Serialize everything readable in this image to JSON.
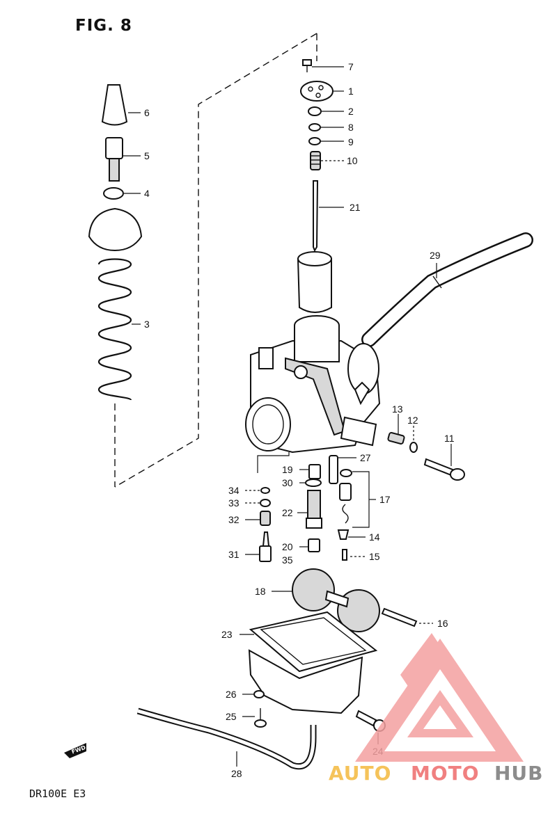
{
  "figure": {
    "title": "FIG. 8",
    "model": "DR100E  E3"
  },
  "direction_tag": "FWD",
  "watermark": {
    "text_a": "AUTO",
    "text_b": "MOTO",
    "text_c": "HUB",
    "color_red": "#f08080",
    "color_orange": "#f5c35a",
    "color_gray": "#8c8c8c"
  },
  "part_labels": [
    {
      "id": "7",
      "text": "7"
    },
    {
      "id": "1",
      "text": "1"
    },
    {
      "id": "2",
      "text": "2"
    },
    {
      "id": "8",
      "text": "8"
    },
    {
      "id": "9",
      "text": "9"
    },
    {
      "id": "10",
      "text": "10"
    },
    {
      "id": "21",
      "text": "21"
    },
    {
      "id": "6",
      "text": "6"
    },
    {
      "id": "5",
      "text": "5"
    },
    {
      "id": "4",
      "text": "4"
    },
    {
      "id": "3",
      "text": "3"
    },
    {
      "id": "29",
      "text": "29"
    },
    {
      "id": "13",
      "text": "13"
    },
    {
      "id": "12",
      "text": "12"
    },
    {
      "id": "11",
      "text": "11"
    },
    {
      "id": "27",
      "text": "27"
    },
    {
      "id": "19",
      "text": "19"
    },
    {
      "id": "30",
      "text": "30"
    },
    {
      "id": "34",
      "text": "34"
    },
    {
      "id": "33",
      "text": "33"
    },
    {
      "id": "32",
      "text": "32"
    },
    {
      "id": "22",
      "text": "22"
    },
    {
      "id": "17",
      "text": "17"
    },
    {
      "id": "14",
      "text": "14"
    },
    {
      "id": "20",
      "text": "20"
    },
    {
      "id": "35",
      "text": "35"
    },
    {
      "id": "15",
      "text": "15"
    },
    {
      "id": "31",
      "text": "31"
    },
    {
      "id": "18",
      "text": "18"
    },
    {
      "id": "16",
      "text": "16"
    },
    {
      "id": "23",
      "text": "23"
    },
    {
      "id": "26",
      "text": "26"
    },
    {
      "id": "25",
      "text": "25"
    },
    {
      "id": "24",
      "text": "24"
    },
    {
      "id": "28",
      "text": "28"
    }
  ]
}
